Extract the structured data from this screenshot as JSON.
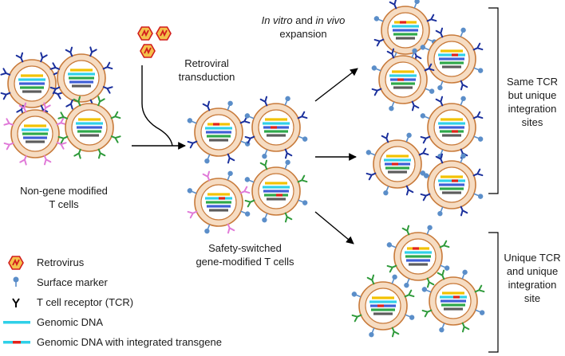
{
  "labels": {
    "non_gene_modified_line1": "Non-gene modified",
    "non_gene_modified_line2": "T cells",
    "retroviral_line1": "Retroviral",
    "retroviral_line2": "transduction",
    "expansion_in_vitro": "In vitro",
    "expansion_and": " and ",
    "expansion_in_vivo": "in vivo",
    "expansion_line2": "expansion",
    "safety_line1": "Safety-switched",
    "safety_line2": "gene-modified T cells",
    "same_tcr_line1": "Same TCR",
    "same_tcr_line2": "but unique",
    "same_tcr_line3": "integration",
    "same_tcr_line4": "sites",
    "unique_tcr_line1": "Unique TCR",
    "unique_tcr_line2": "and unique",
    "unique_tcr_line3": "integration",
    "unique_tcr_line4": "site"
  },
  "legend": [
    {
      "key": "retrovirus",
      "label": "Retrovirus",
      "icon": "retrovirus-icon"
    },
    {
      "key": "surface_marker",
      "label": "Surface marker",
      "icon": "surface-marker-icon"
    },
    {
      "key": "tcr",
      "label": "T cell receptor (TCR)",
      "icon": "tcr-icon"
    },
    {
      "key": "genomic_dna",
      "label": "Genomic DNA",
      "icon": "genomic-dna-icon"
    },
    {
      "key": "genomic_dna_transgene",
      "label": "Genomic DNA with integrated transgene",
      "icon": "transgene-dna-icon"
    }
  ],
  "colors": {
    "cell_fill": "#f6dcc2",
    "cell_stroke": "#c87a3a",
    "nucleus_fill": "#ffffff",
    "tcr_blue": "#1a2f9c",
    "tcr_green": "#2e9a3a",
    "tcr_pink": "#e07ad8",
    "marker": "#5b8ec9",
    "dna_yellow": "#f2c200",
    "dna_cyan": "#2fd0e8",
    "dna_blue": "#3f5fd6",
    "dna_green": "#2ea84a",
    "dna_gray": "#5c5c5c",
    "transgene_red": "#e3231b",
    "retrovirus_red": "#d21d1d",
    "retrovirus_fill": "#f4c14b",
    "arrow": "#000000"
  }
}
